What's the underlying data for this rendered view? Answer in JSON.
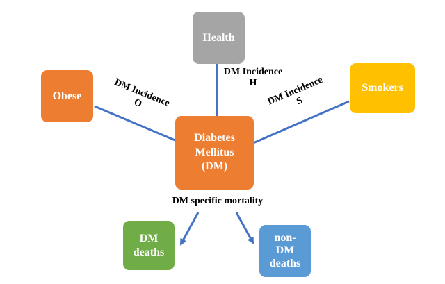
{
  "nodes": {
    "health": {
      "label": "Health",
      "color": "#A5A5A5"
    },
    "obese": {
      "label": "Obese",
      "color": "#ED7D31"
    },
    "smokers": {
      "label": "Smokers",
      "color": "#FFC000"
    },
    "dm": {
      "label": "Diabetes\nMellitus\n(DM)",
      "color": "#ED7D31"
    },
    "dm_deaths": {
      "label": "DM\ndeaths",
      "color": "#70AD47"
    },
    "non_dm_deaths": {
      "label": "non-\nDM\ndeaths",
      "color": "#5B9BD5"
    }
  },
  "edges": {
    "health_to_dm": "DM Incidence\nH",
    "obese_to_dm": "DM Incidence\nO",
    "smokers_to_dm": "DM Incidence\nS",
    "dm_outflow": "DM specific mortality"
  },
  "arrow_color": "#4472C4"
}
